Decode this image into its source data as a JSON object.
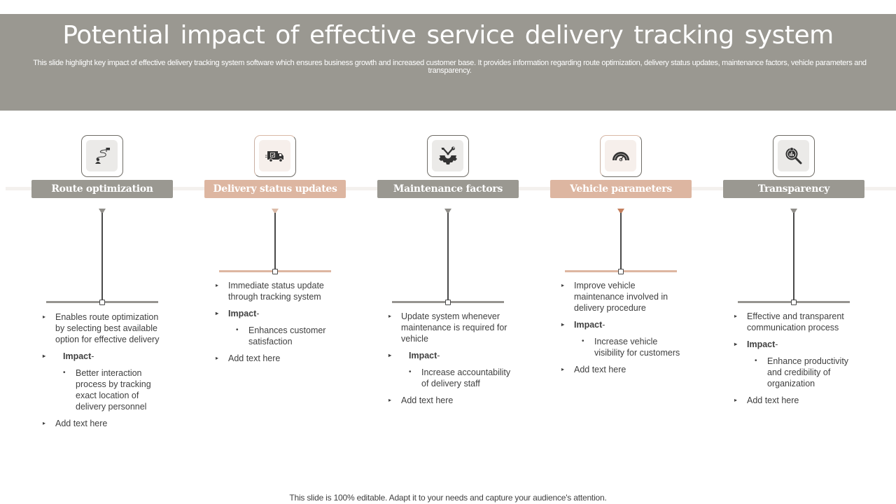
{
  "header": {
    "title": "Potential impact of effective service delivery tracking system",
    "subtitle": "This slide highlight key impact of effective delivery tracking system software which ensures business growth and increased customer base. It provides information regarding route optimization, delivery status updates, maintenance factors, vehicle parameters and transparency."
  },
  "colors": {
    "gray": "#9a9891",
    "peach": "#ddb6a1",
    "accent_arrow": "#c47f5d",
    "text": "#404040"
  },
  "columns": [
    {
      "label": "Route optimization",
      "icon": "route-map-icon",
      "point": "Enables route optimization by selecting best available option for effective delivery",
      "impact_label": "Impact",
      "impact_dash": "-",
      "impact_detail": "Better interaction process by tracking exact location of delivery personnel",
      "add_text": "Add text here"
    },
    {
      "label": "Delivery status updates",
      "icon": "delivery-truck-icon",
      "point": "Immediate status update through tracking system",
      "impact_label": "Impact",
      "impact_dash": "-",
      "impact_detail": "Enhances customer satisfaction",
      "add_text": "Add text here"
    },
    {
      "label": "Maintenance factors",
      "icon": "gear-wrench-icon",
      "point": "Update system whenever maintenance is required for vehicle",
      "impact_label": "Impact",
      "impact_dash": "-",
      "impact_detail": "Increase accountability of delivery staff",
      "add_text": "Add text here"
    },
    {
      "label": "Vehicle parameters",
      "icon": "speedometer-icon",
      "point": "Improve vehicle maintenance involved in delivery procedure",
      "impact_label": "Impact",
      "impact_dash": "-",
      "impact_detail": "Increase vehicle visibility for customers",
      "add_text": "Add text here"
    },
    {
      "label": "Transparency",
      "icon": "magnifier-chart-icon",
      "point": "Effective and transparent communication process",
      "impact_label": "Impact",
      "impact_dash": "-",
      "impact_detail": "Enhance productivity and credibility of organization",
      "add_text": "Add text here"
    }
  ],
  "footer": {
    "note": "This slide is 100% editable. Adapt it to your needs and capture your audience's attention."
  }
}
